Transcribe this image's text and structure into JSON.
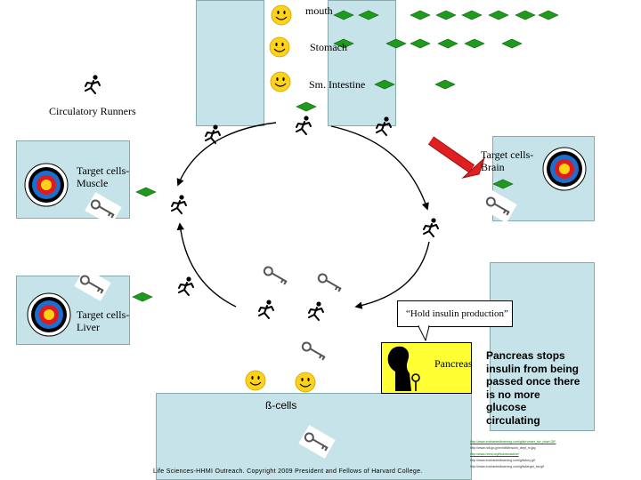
{
  "labels": {
    "mouth": "mouth",
    "stomach": "Stomach",
    "small_intestine": "Sm. Intestine",
    "circulatory_runners": "Circulatory Runners",
    "target_muscle_line1": "Target cells-",
    "target_muscle_line2": "Muscle",
    "target_brain_line1": "Target cells-",
    "target_brain_line2": "Brain",
    "target_liver_line1": "Target cells-",
    "target_liver_line2": "Liver",
    "hold_insulin": "“Hold insulin production”",
    "pancreas": "Pancreas",
    "beta_cells": "ß-cells",
    "copyright": "Life Sciences-HHMI Outreach. Copyright 2009 President and Fellows of Harvard College."
  },
  "pancreas_note": {
    "line1": "Pancreas stops",
    "line2": "insulin from being",
    "line3": "passed once there",
    "line4": "is no more",
    "line5": "glucose",
    "line6": "circulating"
  },
  "credits": [
    "http://www.enchantedlearning.com/gifs/runner_bw_chart.GIF",
    "http://www.ndl.go.jp/exhibit/insulin_dept_m.jpg",
    "http://www.hhmi.org/biointeractive/",
    "http://www.enchantedlearning.com/gifs/key.gif",
    "http://www.enchantedlearning.com/gifs/target_bw.gif"
  ],
  "icons": {
    "runner": "runner-icon",
    "smiley": "smiley-icon",
    "key": "key-icon",
    "target": "target-icon",
    "glucose": "glucose-diamond-icon",
    "arrow": "red-arrow-icon",
    "singer": "singer-silhouette-icon"
  },
  "colors": {
    "panel": "#c5e3e8",
    "glucose": "#1f9a1f",
    "smiley": "#ffd21a",
    "pancreas_box": "#ffff33",
    "arrow": "#e02020",
    "target_red": "#e01b1b",
    "target_blue": "#1a6fd0",
    "target_yellow": "#ffd21a"
  }
}
